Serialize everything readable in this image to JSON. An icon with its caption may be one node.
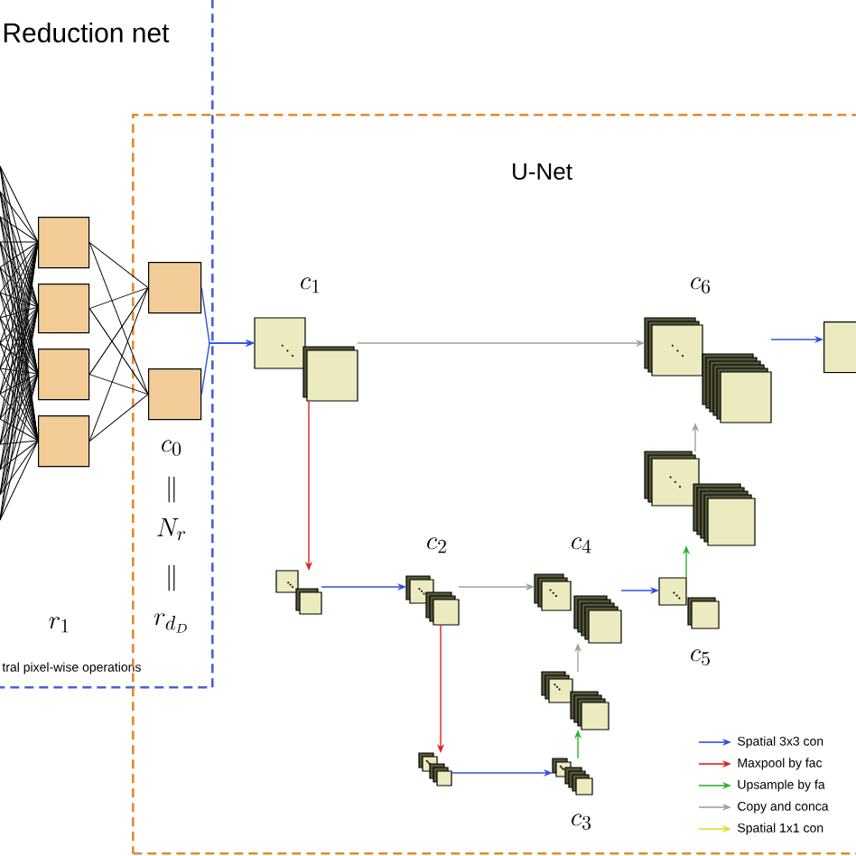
{
  "diagram": {
    "nodes": [
      {
        "text": [
          "Reduction net",
          "tral pixel-wise operations"
        ]
      },
      {
        "text": [],
        "shape": "box",
        "in": 0
      },
      {
        "text": [],
        "shape": "box",
        "in": 0
      },
      {
        "text": [],
        "shape": "box",
        "in": 0
      },
      {
        "text": [],
        "shape": "box",
        "in": 0
      },
      {
        "text": [],
        "shape": "box"
      },
      {
        "text": [],
        "shape": "box"
      },
      {
        "text": [
          "U-Net"
        ]
      },
      {
        "text": [],
        "shape": "box",
        "in": 7,
        "beside": [
          "c_1"
        ]
      },
      {
        "text": [],
        "shape": "box",
        "in": 7
      },
      {
        "text": [],
        "shape": "box",
        "in": 7,
        "beside": [
          "c_2"
        ]
      },
      {
        "text": [],
        "shape": "box",
        "in": 7
      },
      {
        "text": [],
        "shape": "box",
        "in": 7,
        "beside": [
          "c_3"
        ]
      },
      {
        "text": [],
        "shape": "box",
        "in": 7
      },
      {
        "text": [],
        "shape": "box",
        "in": 7,
        "beside": [
          "c_4"
        ]
      },
      {
        "text": [],
        "shape": "box",
        "in": 7,
        "beside": [
          "c_5"
        ]
      },
      {
        "text": [],
        "shape": "box",
        "in": 7
      },
      {
        "text": [],
        "shape": "box",
        "in": 7,
        "beside": [
          "c_6"
        ]
      },
      {
        "text": [],
        "shape": "box",
        "in": 7
      }
    ],
    "edges": [
      {
        "from": 1,
        "to": 5,
        "arrow": "none"
      },
      {
        "from": 1,
        "to": 6,
        "arrow": "none"
      },
      {
        "from": 2,
        "to": 5,
        "arrow": "none"
      },
      {
        "from": 2,
        "to": 6,
        "arrow": "none"
      },
      {
        "from": 3,
        "to": 5,
        "arrow": "none"
      },
      {
        "from": 3,
        "to": 6,
        "arrow": "none"
      },
      {
        "from": 4,
        "to": 5,
        "arrow": "none"
      },
      {
        "from": 4,
        "to": 6,
        "arrow": "none"
      },
      {
        "from": 5,
        "to": 8,
        "arrow": "to",
        "color": "#3050e0"
      },
      {
        "from": 6,
        "to": 8,
        "arrow": "to",
        "color": "#3050e0"
      },
      {
        "from": 8,
        "to": 17,
        "arrow": "to",
        "color": "#a0a0a0"
      },
      {
        "from": 8,
        "to": 9,
        "arrow": "to",
        "color": "#e02020"
      },
      {
        "from": 9,
        "to": 10,
        "arrow": "to",
        "color": "#3050e0"
      },
      {
        "from": 10,
        "to": 14,
        "arrow": "to",
        "color": "#a0a0a0"
      },
      {
        "from": 10,
        "to": 11,
        "arrow": "to",
        "color": "#e02020"
      },
      {
        "from": 11,
        "to": 12,
        "arrow": "to",
        "color": "#3050e0"
      },
      {
        "from": 12,
        "to": 13,
        "arrow": "to",
        "color": "#30b030"
      },
      {
        "from": 13,
        "to": 14,
        "arrow": "to",
        "color": "#a0a0a0"
      },
      {
        "from": 14,
        "to": 15,
        "arrow": "to",
        "color": "#3050e0"
      },
      {
        "from": 15,
        "to": 16,
        "arrow": "to",
        "color": "#30b030"
      },
      {
        "from": 16,
        "to": 17,
        "arrow": "to",
        "color": "#a0a0a0"
      },
      {
        "from": 17,
        "to": 18,
        "arrow": "to",
        "color": "#3050e0"
      }
    ],
    "labels": [
      "c_0",
      "\\parallel",
      "N_r",
      "\\parallel",
      "r_1",
      "r_{d_D}"
    ],
    "legend": [
      {
        "text": "Spatial 3x3 con"
      },
      {
        "text": "Maxpool by fac"
      },
      {
        "text": "Upsample by fa"
      },
      {
        "text": "Copy and conca"
      },
      {
        "text": "Spatial 1x1 con"
      }
    ]
  }
}
